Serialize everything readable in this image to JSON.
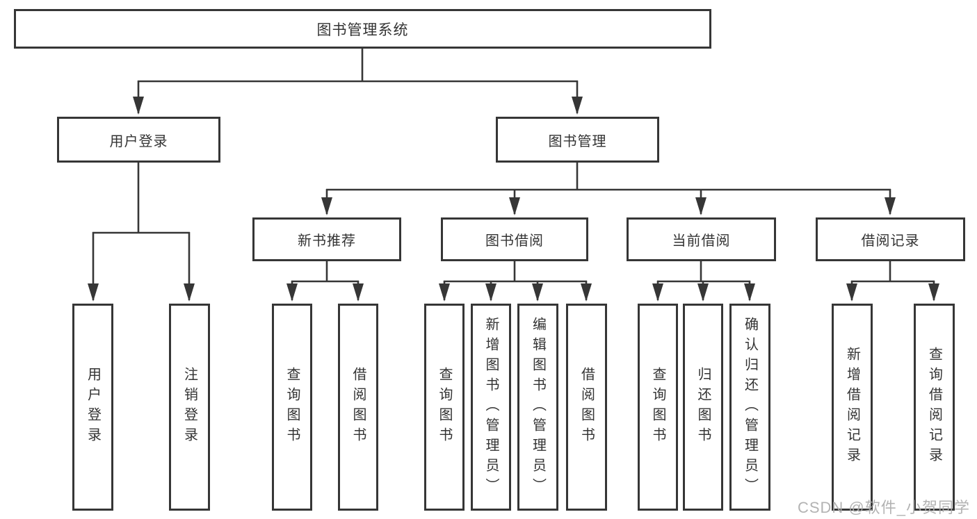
{
  "diagram": {
    "root": {
      "label": "图书管理系统"
    },
    "user_login": {
      "label": "用户登录",
      "children": [
        {
          "label": "用户登录"
        },
        {
          "label": "注销登录"
        }
      ]
    },
    "book_mgmt": {
      "label": "图书管理",
      "children": [
        {
          "label": "新书推荐",
          "children": [
            {
              "label": "查询图书"
            },
            {
              "label": "借阅图书"
            }
          ]
        },
        {
          "label": "图书借阅",
          "children": [
            {
              "label": "查询图书"
            },
            {
              "label": "新增图书（管理员）"
            },
            {
              "label": "编辑图书（管理员）"
            },
            {
              "label": "借阅图书"
            }
          ]
        },
        {
          "label": "当前借阅",
          "children": [
            {
              "label": "查询图书"
            },
            {
              "label": "归还图书"
            },
            {
              "label": "确认归还（管理员）"
            }
          ]
        },
        {
          "label": "借阅记录",
          "children": [
            {
              "label": "新增借阅记录"
            },
            {
              "label": "查询借阅记录"
            }
          ]
        }
      ]
    }
  },
  "watermark": {
    "text": "CSDN @软件_小贺同学"
  },
  "colors": {
    "line": "#363636",
    "box_border": "#363636",
    "text": "#333333",
    "background": "#ffffff",
    "watermark": "#acacac"
  }
}
